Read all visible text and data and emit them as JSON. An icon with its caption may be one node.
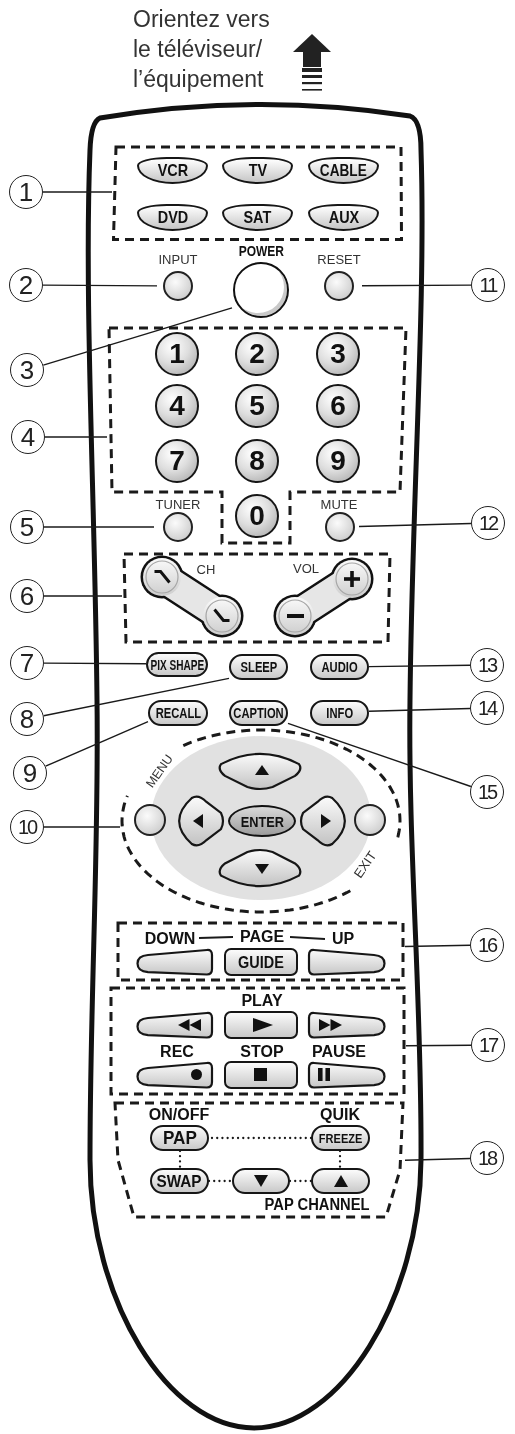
{
  "diagram": {
    "nodes": [
      {
        "text": [
          "1"
        ]
      },
      {
        "text": [],
        "shape": "box"
      },
      {
        "text": [
          "VCR"
        ],
        "in": 1
      },
      {
        "text": [
          "TV"
        ],
        "in": 1
      },
      {
        "text": [
          "CABLE"
        ],
        "in": 1
      },
      {
        "text": [
          "DVD"
        ],
        "in": 1
      },
      {
        "text": [
          "SAT"
        ],
        "in": 1
      },
      {
        "text": [
          "AUX"
        ],
        "in": 1
      },
      {
        "text": [
          "2"
        ]
      },
      {
        "text": [
          "INPUT"
        ]
      },
      {
        "text": [
          "POWER"
        ]
      },
      {
        "text": [
          "RESET"
        ]
      },
      {
        "text": [
          "11"
        ]
      },
      {
        "text": [
          "3"
        ]
      },
      {
        "text": [
          "4"
        ]
      },
      {
        "text": [],
        "shape": "box"
      },
      {
        "text": [
          "1"
        ],
        "in": 15
      },
      {
        "text": [
          "2"
        ],
        "in": 15
      },
      {
        "text": [
          "3"
        ],
        "in": 15
      },
      {
        "text": [
          "4"
        ],
        "in": 15
      },
      {
        "text": [
          "5"
        ],
        "in": 15
      },
      {
        "text": [
          "6"
        ],
        "in": 15
      },
      {
        "text": [
          "7"
        ],
        "in": 15
      },
      {
        "text": [
          "8"
        ],
        "in": 15
      },
      {
        "text": [
          "9"
        ],
        "in": 15
      },
      {
        "text": [
          "0"
        ],
        "in": 15
      },
      {
        "text": [
          "5"
        ]
      },
      {
        "text": [
          "TUNER"
        ]
      },
      {
        "text": [
          "MUTE"
        ]
      },
      {
        "text": [
          "12"
        ]
      },
      {
        "text": [
          "6"
        ]
      },
      {
        "text": [],
        "shape": "box"
      },
      {
        "text": [
          "CH"
        ],
        "in": 31
      },
      {
        "text": [
          "VOL"
        ],
        "in": 31
      },
      {
        "text": [
          "7"
        ]
      },
      {
        "text": [
          "PIX SHAPE"
        ]
      },
      {
        "text": [
          "SLEEP"
        ]
      },
      {
        "text": [
          "AUDIO"
        ]
      },
      {
        "text": [
          "13"
        ]
      },
      {
        "text": [
          "8"
        ]
      },
      {
        "text": [
          "RECALL"
        ]
      },
      {
        "text": [
          "CAPTION"
        ]
      },
      {
        "text": [
          "INFO"
        ]
      },
      {
        "text": [
          "14"
        ]
      },
      {
        "text": [
          "9"
        ]
      },
      {
        "text": [
          "15"
        ]
      },
      {
        "text": [
          "10"
        ]
      },
      {
        "text": [],
        "shape": "ellipse"
      },
      {
        "text": [
          "MENU"
        ],
        "in": 47
      },
      {
        "text": [],
        "shape": "box",
        "in": 47
      },
      {
        "text": [],
        "shape": "box",
        "in": 47
      },
      {
        "text": [
          "ENTER"
        ],
        "in": 47
      },
      {
        "text": [],
        "shape": "box",
        "in": 47
      },
      {
        "text": [
          "EXIT"
        ],
        "in": 47
      },
      {
        "text": [],
        "shape": "box",
        "in": 47
      },
      {
        "text": [],
        "shape": "box"
      },
      {
        "text": [
          "DOWN"
        ],
        "in": 55
      },
      {
        "text": [
          "GUIDE"
        ],
        "in": 55
      },
      {
        "text": [
          "UP"
        ],
        "in": 55
      },
      {
        "text": [
          "16"
        ]
      },
      {
        "text": [],
        "shape": "box"
      },
      {
        "text": [],
        "shape": "box",
        "in": 60
      },
      {
        "text": [
          "PLAY"
        ],
        "in": 60
      },
      {
        "text": [],
        "shape": "box",
        "in": 60
      },
      {
        "text": [
          "REC"
        ],
        "in": 60
      },
      {
        "text": [
          "STOP"
        ],
        "in": 60
      },
      {
        "text": [
          "PAUSE"
        ],
        "in": 60
      },
      {
        "text": [
          "17"
        ]
      },
      {
        "text": [],
        "shape": "box"
      },
      {
        "text": [
          "ON/OFF",
          "PAP"
        ],
        "in": 68
      },
      {
        "text": [
          "QUIK",
          "FREEZE"
        ],
        "in": 68
      },
      {
        "text": [
          "SWAP"
        ],
        "in": 68
      },
      {
        "text": [],
        "shape": "box",
        "in": 68
      },
      {
        "text": [],
        "shape": "box",
        "in": 68
      },
      {
        "text": [
          "18"
        ]
      }
    ],
    "edges": [
      {
        "from": 0,
        "to": 1,
        "arrow": "none"
      },
      {
        "from": 8,
        "to": 9,
        "arrow": "none"
      },
      {
        "from": 13,
        "to": 10,
        "arrow": "none"
      },
      {
        "from": 14,
        "to": 15,
        "arrow": "none"
      },
      {
        "from": 26,
        "to": 27,
        "arrow": "none"
      },
      {
        "from": 30,
        "to": 31,
        "arrow": "none"
      },
      {
        "from": 34,
        "to": 35,
        "arrow": "none"
      },
      {
        "from": 39,
        "to": 36,
        "arrow": "none"
      },
      {
        "from": 44,
        "to": 40,
        "arrow": "none"
      },
      {
        "from": 46,
        "to": 47,
        "arrow": "none"
      },
      {
        "from": 12,
        "to": 11,
        "arrow": "none"
      },
      {
        "from": 29,
        "to": 28,
        "arrow": "none"
      },
      {
        "from": 38,
        "to": 37,
        "arrow": "none"
      },
      {
        "from": 43,
        "to": 42,
        "arrow": "none"
      },
      {
        "from": 45,
        "to": 41,
        "arrow": "none"
      },
      {
        "from": 59,
        "to": 55,
        "arrow": "none"
      },
      {
        "from": 67,
        "to": 60,
        "arrow": "none"
      },
      {
        "from": 74,
        "to": 68,
        "arrow": "none"
      },
      {
        "from": 69,
        "to": 70,
        "arrow": "none",
        "style": "dashed"
      },
      {
        "from": 69,
        "to": 71,
        "arrow": "none",
        "style": "dashed"
      },
      {
        "from": 70,
        "to": 73,
        "arrow": "none",
        "style": "dashed"
      },
      {
        "from": 71,
        "to": 72,
        "arrow": "none",
        "style": "dashed"
      },
      {
        "from": 72,
        "to": 73,
        "arrow": "none",
        "style": "dashed"
      }
    ],
    "labels": [
      "Orientez vers le téléviseur/ l’équipement",
      "PAGE",
      "PAP CHANNEL"
    ]
  }
}
